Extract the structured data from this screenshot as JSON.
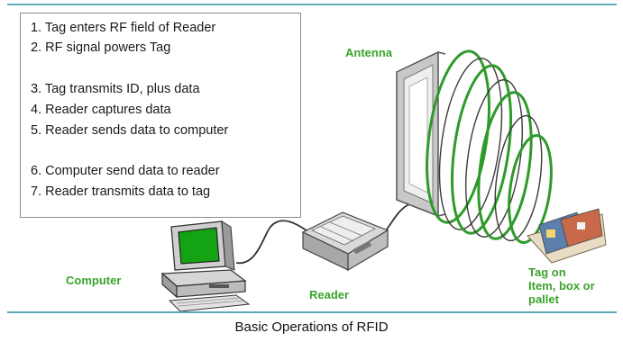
{
  "steps": [
    "1.  Tag enters RF field of Reader",
    "2.  RF signal powers Tag",
    "3.  Tag transmits ID, plus data",
    "4.  Reader captures data",
    "5.  Reader sends data to computer",
    "6.  Computer send data to reader",
    "7.  Reader transmits data to tag"
  ],
  "labels": {
    "antenna": "Antenna",
    "computer": "Computer",
    "reader": "Reader",
    "tag": [
      "Tag on",
      "Item, box or",
      "pallet"
    ]
  },
  "caption": "Basic Operations of RFID",
  "colors": {
    "rule": "#5fa9b5",
    "label_green": "#3aa32b",
    "field_green": "#2e9a2a",
    "screen_green": "#13a313"
  }
}
